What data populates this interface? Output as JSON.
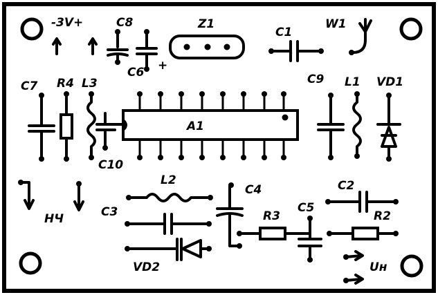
{
  "labels": {
    "voltage": "-3V+",
    "c8": "C8",
    "c6": "C6",
    "c6_plus": "+",
    "z1": "Z1",
    "c1": "C1",
    "w1": "W1",
    "c7": "C7",
    "r4": "R4",
    "l3": "L3",
    "a1": "A1",
    "c9": "C9",
    "l1": "L1",
    "vd1": "VD1",
    "c10": "C10",
    "l2": "L2",
    "c4": "C4",
    "c2": "C2",
    "nch": "НЧ",
    "c3": "C3",
    "r3": "R3",
    "c5": "C5",
    "r2": "R2",
    "vd2": "VD2",
    "un": "Uн"
  }
}
